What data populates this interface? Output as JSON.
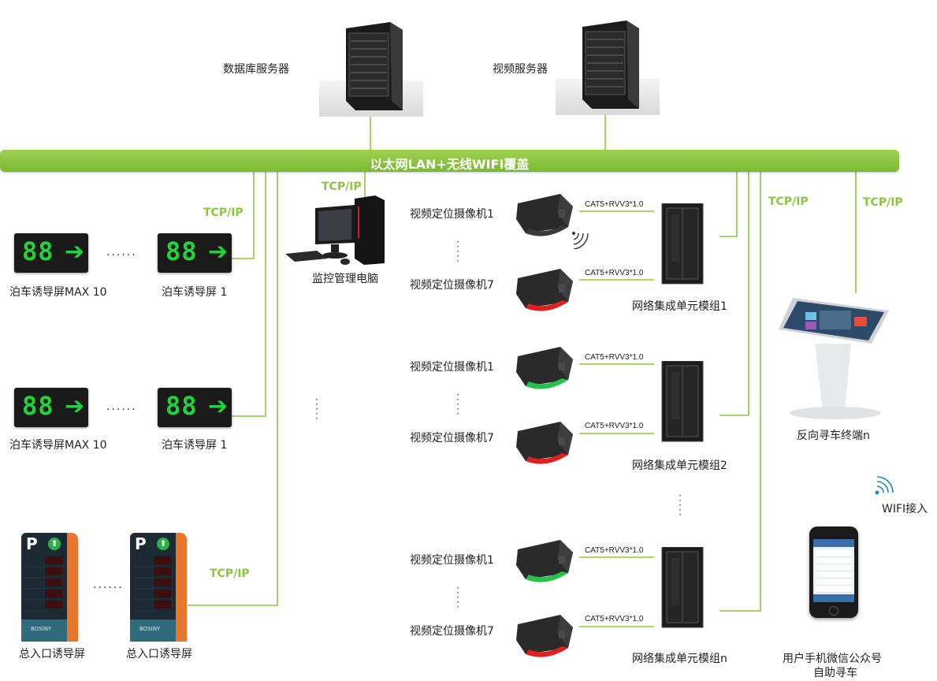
{
  "servers": {
    "db_label": "数据库服务器",
    "video_label": "视频服务器"
  },
  "lan": {
    "label": "以太网LAN+无线WIFI覆盖"
  },
  "tcp_label": "TCP/IP",
  "monitor_pc": {
    "label": "监控管理电脑"
  },
  "led_screens": {
    "row1": {
      "left_label": "泊车诱导屏MAX 10",
      "right_label": "泊车诱导屏 1",
      "digits": "88"
    },
    "row2": {
      "left_label": "泊车诱导屏MAX 10",
      "right_label": "泊车诱导屏 1",
      "digits": "88"
    },
    "ellipsis": "......"
  },
  "entrance_screens": {
    "label_left": "总入口诱导屏",
    "label_right": "总入口诱导屏",
    "ellipsis": "......",
    "brand": "BOSINY",
    "p_glyph": "P"
  },
  "camera_groups": [
    {
      "cam_first": "视频定位摄像机1",
      "cam_last": "视频定位摄像机7",
      "cable": "CAT5+RVV3*1.0",
      "unit": "网络集成单元模组1"
    },
    {
      "cam_first": "视频定位摄像机1",
      "cam_last": "视频定位摄像机7",
      "cable": "CAT5+RVV3*1.0",
      "unit": "网络集成单元模组2"
    },
    {
      "cam_first": "视频定位摄像机1",
      "cam_last": "视频定位摄像机7",
      "cable": "CAT5+RVV3*1.0",
      "unit": "网络集成单元模组n"
    }
  ],
  "kiosk": {
    "label": "反向寻车终端n"
  },
  "wifi": {
    "label": "WIFI接入"
  },
  "phone": {
    "label_line1": "用户手机微信公众号",
    "label_line2": "自助寻车"
  },
  "colors": {
    "accent_green": "#8cc63f",
    "led_green": "#22d33a",
    "camera_body": "#2a2a2a",
    "entrance_orange": "#e8772e"
  }
}
